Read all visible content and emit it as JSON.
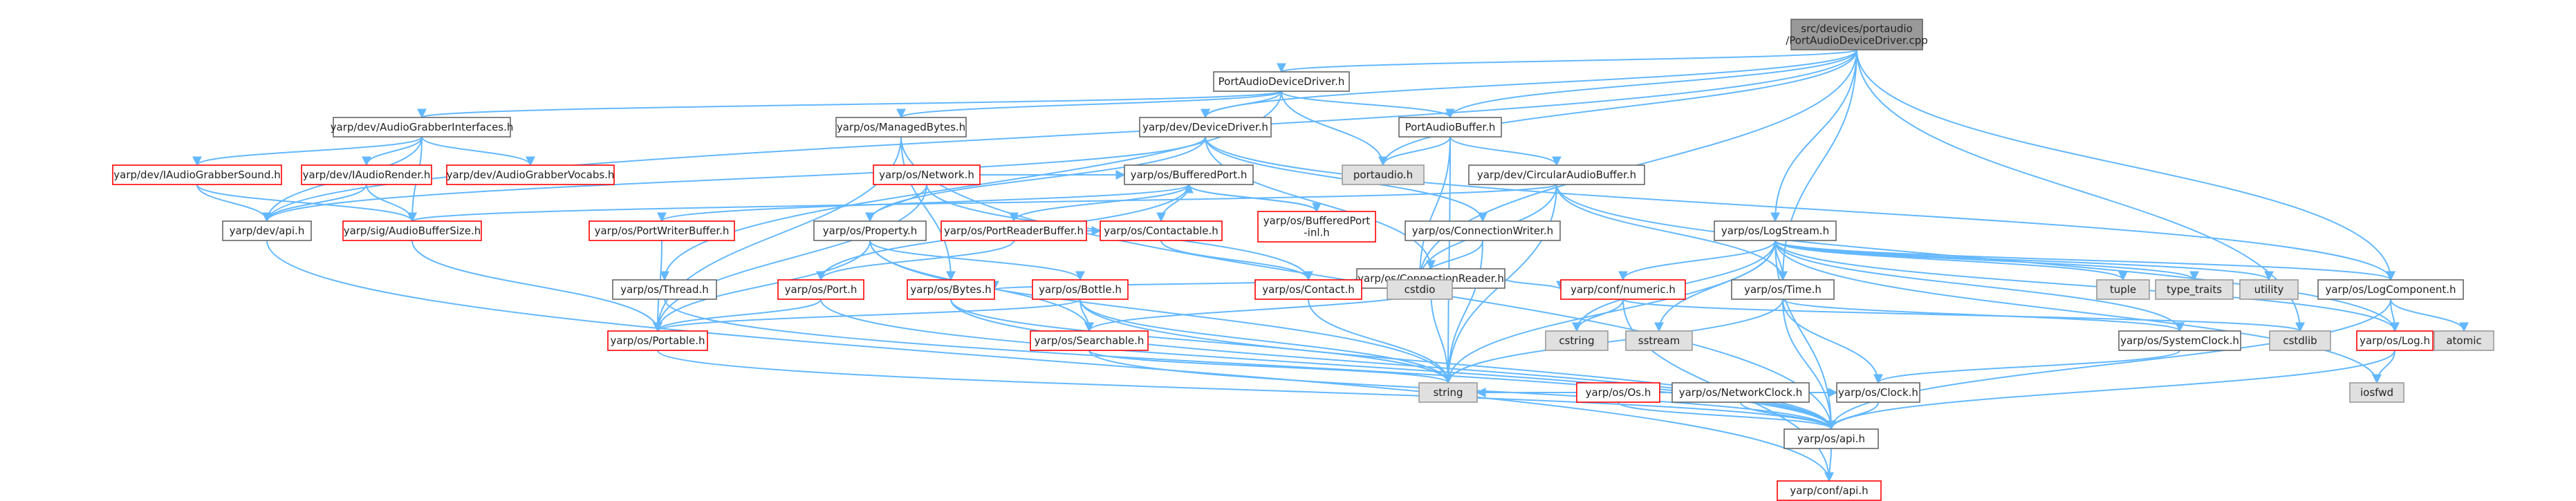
{
  "diagram": {
    "type": "include-dependency-graph",
    "colors": {
      "edge": "#63b8ff",
      "node_fill": "#ffffff",
      "node_border": "#666666",
      "focus_fill": "#999999",
      "focus_border": "#666666",
      "red_border": "#ff0000",
      "gray_fill": "#e0e0e0",
      "gray_border": "#999999",
      "text": "#222222"
    },
    "nodes": [
      {
        "id": "root",
        "lines": [
          "src/devices/portaudio",
          "/PortAudioDeviceDriver.cpp"
        ],
        "style": "focus"
      },
      {
        "id": "padd_h",
        "lines": [
          "PortAudioDeviceDriver.h"
        ],
        "style": "normal"
      },
      {
        "id": "agi_h",
        "lines": [
          "yarp/dev/AudioGrabberInterfaces.h"
        ],
        "style": "normal"
      },
      {
        "id": "managedbytes",
        "lines": [
          "yarp/os/ManagedBytes.h"
        ],
        "style": "normal"
      },
      {
        "id": "devicedriver",
        "lines": [
          "yarp/dev/DeviceDriver.h"
        ],
        "style": "normal"
      },
      {
        "id": "pabuffer",
        "lines": [
          "PortAudioBuffer.h"
        ],
        "style": "normal"
      },
      {
        "id": "iagsound",
        "lines": [
          "yarp/dev/IAudioGrabberSound.h"
        ],
        "style": "red"
      },
      {
        "id": "iarender",
        "lines": [
          "yarp/dev/IAudioRender.h"
        ],
        "style": "red"
      },
      {
        "id": "agvocabs",
        "lines": [
          "yarp/dev/AudioGrabberVocabs.h"
        ],
        "style": "red"
      },
      {
        "id": "network",
        "lines": [
          "yarp/os/Network.h"
        ],
        "style": "red"
      },
      {
        "id": "portaudio",
        "lines": [
          "portaudio.h"
        ],
        "style": "gray"
      },
      {
        "id": "cab",
        "lines": [
          "yarp/dev/CircularAudioBuffer.h"
        ],
        "style": "normal"
      },
      {
        "id": "bufport",
        "lines": [
          "yarp/os/BufferedPort.h"
        ],
        "style": "normal"
      },
      {
        "id": "devapi",
        "lines": [
          "yarp/dev/api.h"
        ],
        "style": "normal"
      },
      {
        "id": "absize",
        "lines": [
          "yarp/sig/AudioBufferSize.h"
        ],
        "style": "red"
      },
      {
        "id": "pwbuf",
        "lines": [
          "yarp/os/PortWriterBuffer.h"
        ],
        "style": "red"
      },
      {
        "id": "property",
        "lines": [
          "yarp/os/Property.h"
        ],
        "style": "normal"
      },
      {
        "id": "prbuf",
        "lines": [
          "yarp/os/PortReaderBuffer.h"
        ],
        "style": "red"
      },
      {
        "id": "contactable",
        "lines": [
          "yarp/os/Contactable.h"
        ],
        "style": "red"
      },
      {
        "id": "bpinl",
        "lines": [
          "yarp/os/BufferedPort",
          "-inl.h"
        ],
        "style": "red"
      },
      {
        "id": "connwriter",
        "lines": [
          "yarp/os/ConnectionWriter.h"
        ],
        "style": "normal"
      },
      {
        "id": "connreader",
        "lines": [
          "yarp/os/ConnectionReader.h"
        ],
        "style": "normal"
      },
      {
        "id": "logstream",
        "lines": [
          "yarp/os/LogStream.h"
        ],
        "style": "normal"
      },
      {
        "id": "thread",
        "lines": [
          "yarp/os/Thread.h"
        ],
        "style": "normal"
      },
      {
        "id": "port",
        "lines": [
          "yarp/os/Port.h"
        ],
        "style": "red"
      },
      {
        "id": "bytes",
        "lines": [
          "yarp/os/Bytes.h"
        ],
        "style": "red"
      },
      {
        "id": "bottle",
        "lines": [
          "yarp/os/Bottle.h"
        ],
        "style": "red"
      },
      {
        "id": "contact",
        "lines": [
          "yarp/os/Contact.h"
        ],
        "style": "red"
      },
      {
        "id": "cstdio",
        "lines": [
          "cstdio"
        ],
        "style": "gray"
      },
      {
        "id": "numeric",
        "lines": [
          "yarp/conf/numeric.h"
        ],
        "style": "red"
      },
      {
        "id": "time",
        "lines": [
          "yarp/os/Time.h"
        ],
        "style": "normal"
      },
      {
        "id": "tuple",
        "lines": [
          "tuple"
        ],
        "style": "gray"
      },
      {
        "id": "typetraits",
        "lines": [
          "type_traits"
        ],
        "style": "gray"
      },
      {
        "id": "utility",
        "lines": [
          "utility"
        ],
        "style": "gray"
      },
      {
        "id": "logcomp",
        "lines": [
          "yarp/os/LogComponent.h"
        ],
        "style": "normal"
      },
      {
        "id": "portable",
        "lines": [
          "yarp/os/Portable.h"
        ],
        "style": "red"
      },
      {
        "id": "searchable",
        "lines": [
          "yarp/os/Searchable.h"
        ],
        "style": "red"
      },
      {
        "id": "cstring",
        "lines": [
          "cstring"
        ],
        "style": "gray"
      },
      {
        "id": "sstream",
        "lines": [
          "sstream"
        ],
        "style": "gray"
      },
      {
        "id": "cstdlib",
        "lines": [
          "cstdlib"
        ],
        "style": "gray"
      },
      {
        "id": "sysclock",
        "lines": [
          "yarp/os/SystemClock.h"
        ],
        "style": "normal"
      },
      {
        "id": "oslog",
        "lines": [
          "yarp/os/Log.h"
        ],
        "style": "red"
      },
      {
        "id": "atomic",
        "lines": [
          "atomic"
        ],
        "style": "gray"
      },
      {
        "id": "os_os",
        "lines": [
          "yarp/os/Os.h"
        ],
        "style": "red"
      },
      {
        "id": "netclock",
        "lines": [
          "yarp/os/NetworkClock.h"
        ],
        "style": "normal"
      },
      {
        "id": "string",
        "lines": [
          "string"
        ],
        "style": "gray"
      },
      {
        "id": "clock",
        "lines": [
          "yarp/os/Clock.h"
        ],
        "style": "normal"
      },
      {
        "id": "iosfwd",
        "lines": [
          "iosfwd"
        ],
        "style": "gray"
      },
      {
        "id": "osapi",
        "lines": [
          "yarp/os/api.h"
        ],
        "style": "normal"
      },
      {
        "id": "confapi",
        "lines": [
          "yarp/conf/api.h"
        ],
        "style": "red"
      }
    ],
    "edges": [
      [
        "root",
        "padd_h"
      ],
      [
        "root",
        "devicedriver"
      ],
      [
        "root",
        "portaudio"
      ],
      [
        "root",
        "pabuffer"
      ],
      [
        "root",
        "devapi"
      ],
      [
        "root",
        "cstdio"
      ],
      [
        "root",
        "time"
      ],
      [
        "root",
        "logstream"
      ],
      [
        "root",
        "cstdlib"
      ],
      [
        "root",
        "logcomp"
      ],
      [
        "padd_h",
        "agi_h"
      ],
      [
        "padd_h",
        "managedbytes"
      ],
      [
        "padd_h",
        "devicedriver"
      ],
      [
        "padd_h",
        "pabuffer"
      ],
      [
        "padd_h",
        "portaudio"
      ],
      [
        "padd_h",
        "thread"
      ],
      [
        "agi_h",
        "iagsound"
      ],
      [
        "agi_h",
        "iarender"
      ],
      [
        "agi_h",
        "agvocabs"
      ],
      [
        "agi_h",
        "devapi"
      ],
      [
        "agi_h",
        "absize"
      ],
      [
        "iagsound",
        "devapi"
      ],
      [
        "iagsound",
        "absize"
      ],
      [
        "iarender",
        "devapi"
      ],
      [
        "iarender",
        "absize"
      ],
      [
        "managedbytes",
        "bytes"
      ],
      [
        "managedbytes",
        "portable"
      ],
      [
        "managedbytes",
        "osapi"
      ],
      [
        "devicedriver",
        "property"
      ],
      [
        "devicedriver",
        "devapi"
      ],
      [
        "devicedriver",
        "connwriter"
      ],
      [
        "devicedriver",
        "connreader"
      ],
      [
        "devicedriver",
        "logcomp"
      ],
      [
        "pabuffer",
        "portaudio"
      ],
      [
        "pabuffer",
        "cab"
      ],
      [
        "pabuffer",
        "string"
      ],
      [
        "pabuffer",
        "cstdio"
      ],
      [
        "cab",
        "absize"
      ],
      [
        "cab",
        "oslog"
      ],
      [
        "cab",
        "cstdio"
      ],
      [
        "cab",
        "string"
      ],
      [
        "cab",
        "time"
      ],
      [
        "network",
        "contact"
      ],
      [
        "network",
        "property"
      ],
      [
        "network",
        "bufport"
      ],
      [
        "network",
        "portable"
      ],
      [
        "bufport",
        "prbuf"
      ],
      [
        "bufport",
        "contactable"
      ],
      [
        "bufport",
        "bpinl"
      ],
      [
        "bufport",
        "pwbuf"
      ],
      [
        "bufport",
        "port"
      ],
      [
        "bpinl",
        "bufport"
      ],
      [
        "pwbuf",
        "portable"
      ],
      [
        "prbuf",
        "port"
      ],
      [
        "prbuf",
        "contactable"
      ],
      [
        "property",
        "portable"
      ],
      [
        "property",
        "searchable"
      ],
      [
        "property",
        "bottle"
      ],
      [
        "property",
        "string"
      ],
      [
        "contactable",
        "contact"
      ],
      [
        "connwriter",
        "cstdio"
      ],
      [
        "connwriter",
        "string"
      ],
      [
        "connreader",
        "contact"
      ],
      [
        "connreader",
        "searchable"
      ],
      [
        "connreader",
        "bytes"
      ],
      [
        "connreader",
        "numeric"
      ],
      [
        "connreader",
        "string"
      ],
      [
        "logstream",
        "logcomp"
      ],
      [
        "logstream",
        "oslog"
      ],
      [
        "logstream",
        "tuple"
      ],
      [
        "logstream",
        "typetraits"
      ],
      [
        "logstream",
        "utility"
      ],
      [
        "logstream",
        "sstream"
      ],
      [
        "logstream",
        "string"
      ],
      [
        "logstream",
        "cstring"
      ],
      [
        "logstream",
        "numeric"
      ],
      [
        "logstream",
        "iosfwd"
      ],
      [
        "logstream",
        "osapi"
      ],
      [
        "logstream",
        "sysclock"
      ],
      [
        "logstream",
        "time"
      ],
      [
        "logcomp",
        "atomic"
      ],
      [
        "logcomp",
        "oslog"
      ],
      [
        "logcomp",
        "osapi"
      ],
      [
        "thread",
        "osapi"
      ],
      [
        "port",
        "portable"
      ],
      [
        "port",
        "osapi"
      ],
      [
        "bytes",
        "osapi"
      ],
      [
        "bytes",
        "string"
      ],
      [
        "bottle",
        "portable"
      ],
      [
        "bottle",
        "searchable"
      ],
      [
        "bottle",
        "string"
      ],
      [
        "bottle",
        "osapi"
      ],
      [
        "contact",
        "string"
      ],
      [
        "numeric",
        "cstring"
      ],
      [
        "numeric",
        "confapi"
      ],
      [
        "numeric",
        "cstdlib"
      ],
      [
        "time",
        "sysclock"
      ],
      [
        "time",
        "clock"
      ],
      [
        "time",
        "osapi"
      ],
      [
        "time",
        "string"
      ],
      [
        "portable",
        "osapi"
      ],
      [
        "searchable",
        "string"
      ],
      [
        "searchable",
        "osapi"
      ],
      [
        "sysclock",
        "clock"
      ],
      [
        "oslog",
        "iosfwd"
      ],
      [
        "oslog",
        "osapi"
      ],
      [
        "os_os",
        "string"
      ],
      [
        "os_os",
        "osapi"
      ],
      [
        "netclock",
        "clock"
      ],
      [
        "netclock",
        "string"
      ],
      [
        "netclock",
        "osapi"
      ],
      [
        "clock",
        "osapi"
      ],
      [
        "osapi",
        "confapi"
      ],
      [
        "devapi",
        "confapi"
      ],
      [
        "absize",
        "portable"
      ]
    ]
  }
}
